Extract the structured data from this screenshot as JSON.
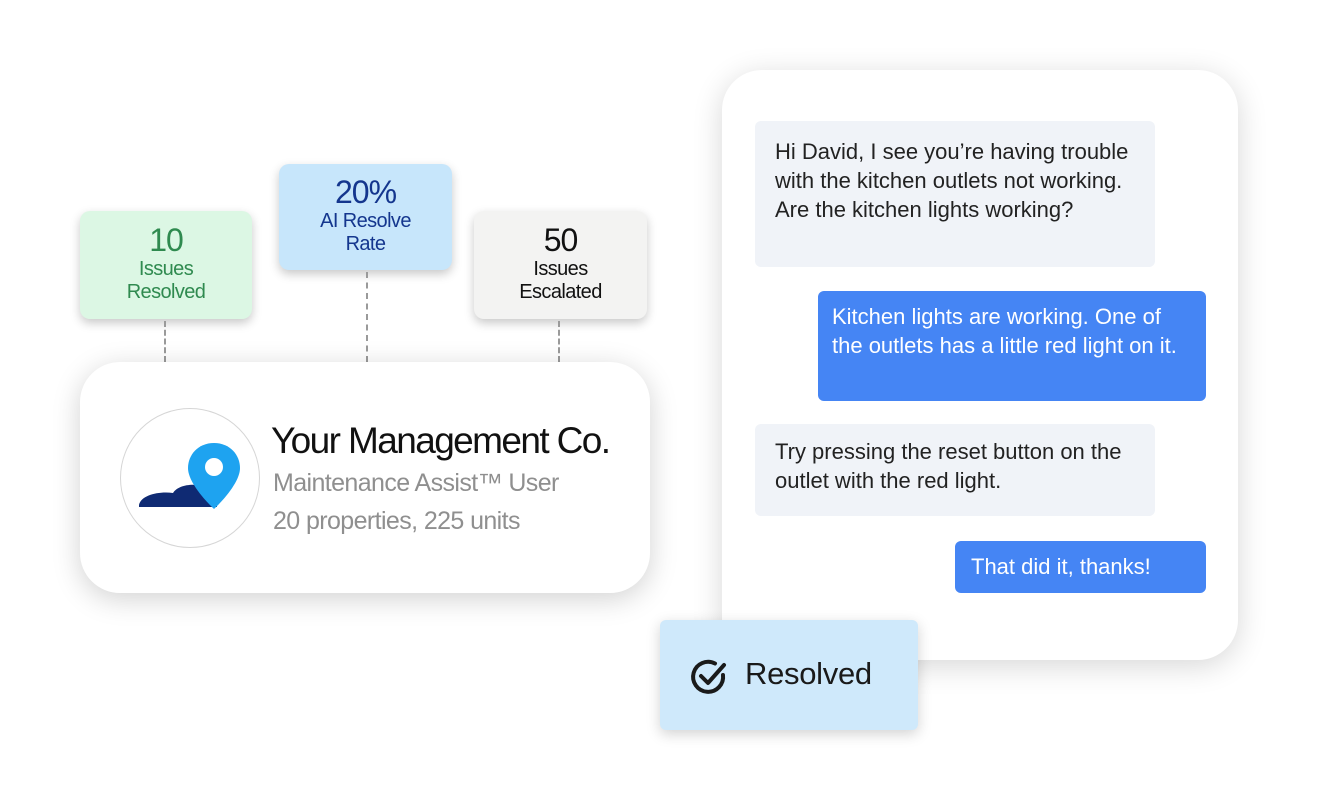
{
  "stats": {
    "resolved": {
      "value": "10",
      "label_line1": "Issues",
      "label_line2": "Resolved",
      "bg": "#dcf7e4",
      "color": "#2f8a4f"
    },
    "rate": {
      "value": "20%",
      "label_line1": "AI Resolve",
      "label_line2": "Rate",
      "bg": "#c7e6fb",
      "color": "#14368e"
    },
    "escalated": {
      "value": "50",
      "label_line1": "Issues",
      "label_line2": "Escalated",
      "bg": "#f3f3f2",
      "color": "#111111"
    }
  },
  "company": {
    "name": "Your Management Co.",
    "subtitle": "Maintenance Assist™ User",
    "details": "20 properties, 225 units",
    "logo_icon": "location-pin-icon"
  },
  "chat": {
    "messages": [
      {
        "sender": "assistant",
        "text": "Hi David, I see you’re having trouble with the kitchen outlets not working. Are the kitchen lights working?"
      },
      {
        "sender": "user",
        "text": "Kitchen lights are working. One of the outlets has a little red light on it."
      },
      {
        "sender": "assistant",
        "text": "Try pressing the reset button on the outlet with the red light."
      },
      {
        "sender": "user",
        "text": "That did it, thanks!"
      }
    ]
  },
  "resolved_badge": {
    "label": "Resolved",
    "icon": "check-circle-icon"
  },
  "colors": {
    "user_bubble": "#4585f4",
    "assistant_bubble": "#f0f3f8",
    "badge_bg": "#cfe9fb",
    "logo_navy": "#0f2a73",
    "logo_blue": "#1ea3f0"
  }
}
